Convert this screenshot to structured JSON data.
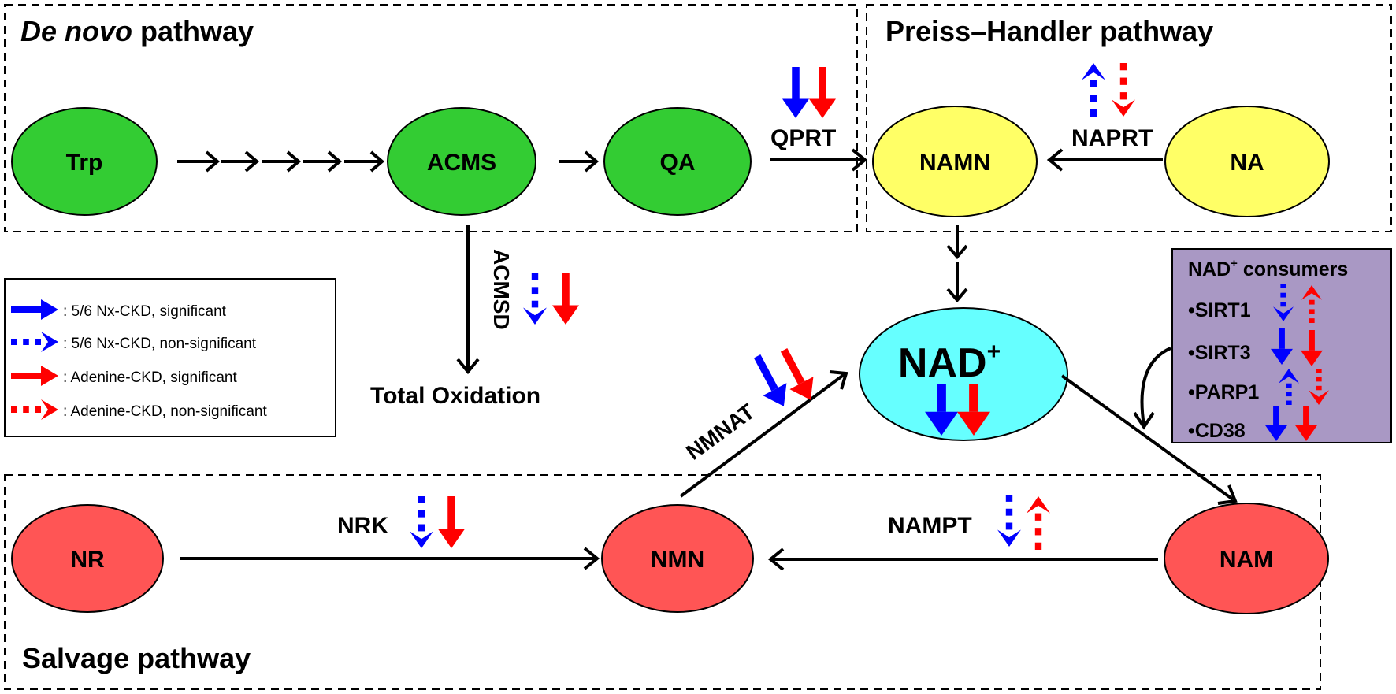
{
  "pathways": {
    "de_novo": {
      "title_italic": "De novo",
      "title_rest": " pathway"
    },
    "preiss_handler": {
      "title": "Preiss–Handler pathway"
    },
    "salvage": {
      "title": "Salvage pathway"
    }
  },
  "metabolites": {
    "trp": "Trp",
    "acms": "ACMS",
    "qa": "QA",
    "namn": "NAMN",
    "na": "NA",
    "nad": "NAD",
    "nad_sup": "+",
    "nr": "NR",
    "nmn": "NMN",
    "nam": "NAM",
    "total_oxidation": "Total Oxidation"
  },
  "enzymes": {
    "qprt": "QPRT",
    "naprt": "NAPRT",
    "acmsd": "ACMSD",
    "nmnat": "NMNAT",
    "nrk": "NRK",
    "nampt": "NAMPT"
  },
  "legend": {
    "items": [
      {
        "label": ": 5/6 Nx-CKD, significant",
        "color": "#0000ff",
        "style": "solid"
      },
      {
        "label": ": 5/6 Nx-CKD, non-significant",
        "color": "#0000ff",
        "style": "dashed"
      },
      {
        "label": ": Adenine-CKD, significant",
        "color": "#ff0000",
        "style": "solid"
      },
      {
        "label": ": Adenine-CKD, non-significant",
        "color": "#ff0000",
        "style": "dashed"
      }
    ]
  },
  "consumers": {
    "title_pre": "NAD",
    "title_sup": "+",
    "title_post": " consumers",
    "items": [
      "•SIRT1",
      "•SIRT3",
      "•PARP1",
      "•CD38"
    ]
  },
  "colors": {
    "de_novo_fill": "#33cc33",
    "preiss_fill": "#ffff66",
    "salvage_fill": "#ff5555",
    "nad_fill": "#66ffff",
    "consumer_fill": "#a998c4",
    "blue": "#0000ff",
    "red": "#ff0000"
  },
  "changes": {
    "qprt": {
      "blue": "down-solid",
      "red": "down-solid"
    },
    "naprt": {
      "blue": "up-dashed",
      "red": "down-dashed"
    },
    "acmsd": {
      "blue": "down-dashed",
      "red": "down-solid"
    },
    "nmnat": {
      "blue": "down-solid",
      "red": "down-solid"
    },
    "nad": {
      "blue": "down-solid",
      "red": "down-solid"
    },
    "nrk": {
      "blue": "down-dashed",
      "red": "down-solid"
    },
    "nampt": {
      "blue": "down-dashed",
      "red": "up-dashed"
    },
    "sirt1": {
      "blue": "down-dashed",
      "red": "up-dashed"
    },
    "sirt3": {
      "blue": "down-solid",
      "red": "down-solid"
    },
    "parp1": {
      "blue": "up-dashed",
      "red": "down-dashed"
    },
    "cd38": {
      "blue": "down-solid",
      "red": "down-solid"
    }
  }
}
